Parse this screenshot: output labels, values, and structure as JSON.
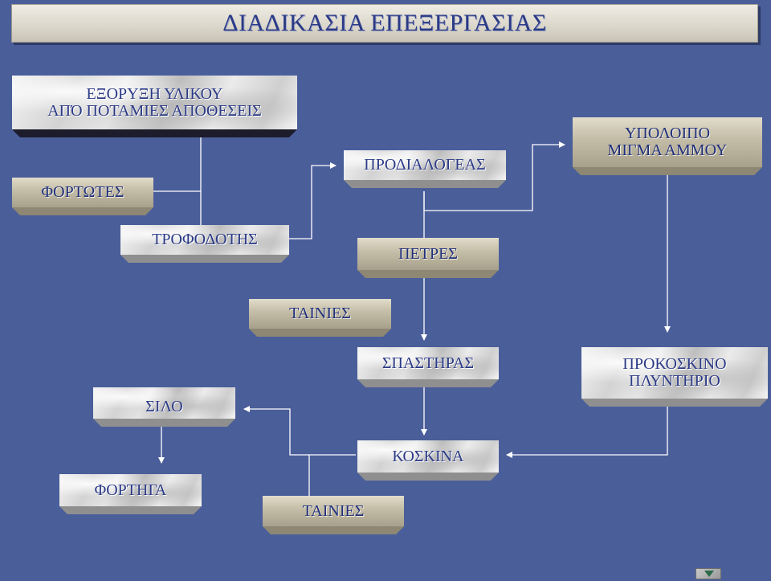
{
  "title": "ΔΙΑΔΙΚΑΣΙΑ ΕΠΕΞΕΡΓΑΣΙΑΣ",
  "colors": {
    "background": "#4a5e9a",
    "text": "#2b3a86",
    "connector": "#ffffff"
  },
  "nodes": {
    "extraction": {
      "line1": "ΕΞΟΡΥΞΗ ΥΛΙΚΟΥ",
      "line2": "ΑΠΌ ΠΟΤΑΜΙΕΣ ΑΠΟΘΕΣΕΙΣ"
    },
    "loaders": {
      "label": "ΦΟΡΤΩΤΕΣ"
    },
    "feeder": {
      "label": "ΤΡΟΦΟΔΟΤΗΣ"
    },
    "pre_screen": {
      "label": "ΠΡΟΔΙΑΛΟΓΕΑΣ"
    },
    "sand_mix": {
      "line1": "ΥΠΟΛΟΙΠΟ",
      "line2": "ΜΙΓΜΑ ΑΜΜΟΥ"
    },
    "stones": {
      "label": "ΠΕΤΡΕΣ"
    },
    "belts_1": {
      "label": "ΤΑΙΝΙΕΣ"
    },
    "crusher": {
      "label": "ΣΠΑΣΤΗΡΑΣ"
    },
    "pre_washer": {
      "line1": "ΠΡΟΚΟΣΚΙΝΟ",
      "line2": "ΠΛΥΝΤΗΡΙΟ"
    },
    "silo": {
      "label": "ΣΙΛΟ"
    },
    "screens": {
      "label": "ΚΟΣΚΙΝΑ"
    },
    "trucks": {
      "label": "ΦΟΡΤΗΓΑ"
    },
    "belts_2": {
      "label": "ΤΑΙΝΙΕΣ"
    }
  },
  "icons": {
    "footer_logo": "triangle-logo-icon"
  }
}
